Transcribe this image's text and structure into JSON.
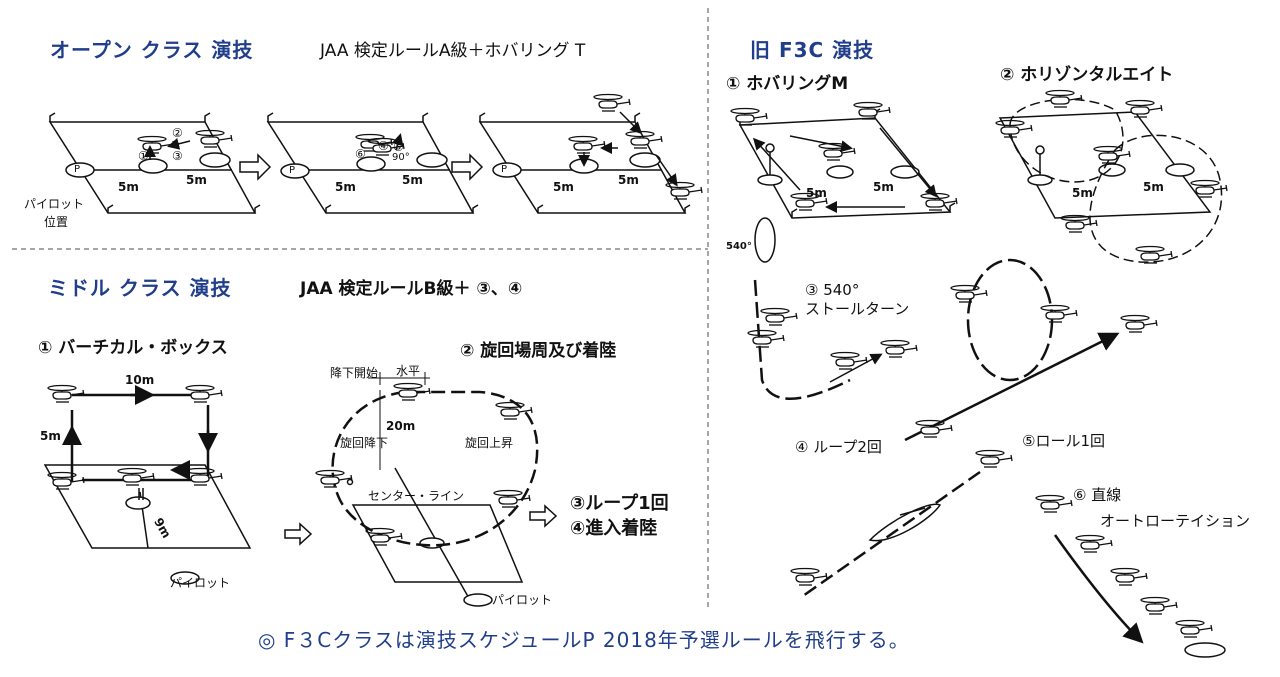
{
  "open": {
    "title": "オープン クラス 演技",
    "rule": "JAA  検定ルールA級＋ホバリング T",
    "pilot_label": "パイロット",
    "pilot_label2": "位置",
    "dist": "5m",
    "n1": "①",
    "n2": "②",
    "n3": "③",
    "n4": "④",
    "n5": "⑤",
    "n6": "⑥",
    "deg": "90°",
    "p": "P"
  },
  "middle": {
    "title": "ミドル クラス 演技",
    "rule": "JAA  検定ルールB級＋ ③、④",
    "box_title": "① バーチカル・ボックス",
    "box_w": "10m",
    "box_h": "5m",
    "box_d": "9m",
    "pilot": "パイロット",
    "circuit_title": "② 旋回場周及び着陸",
    "descent_start": "降下開始",
    "level": "水平",
    "height": "20m",
    "turn_descent": "旋回降下",
    "turn_climb": "旋回上昇",
    "center_line": "センター・ライン",
    "loop1": "③ループ1回",
    "approach": "④進入着陸"
  },
  "f3c": {
    "title": "旧 F3C 演技",
    "hover_m": "① ホバリングM",
    "figure8": "② ホリゾンタルエイト",
    "stall_num": "③  540°",
    "stall_label": "ストールターン",
    "stall_deg": "540°",
    "loop2": "④  ループ2回",
    "roll1": "⑤ロール1回",
    "auto_num": "⑥ 直線",
    "auto_label": "オートローテイション"
  },
  "footer": {
    "note": "◎  F３Cクラスは演技スケジュールP 2018年予選ルールを飛行する。"
  },
  "colors": {
    "heading": "#203e8a",
    "ink": "#111111"
  }
}
